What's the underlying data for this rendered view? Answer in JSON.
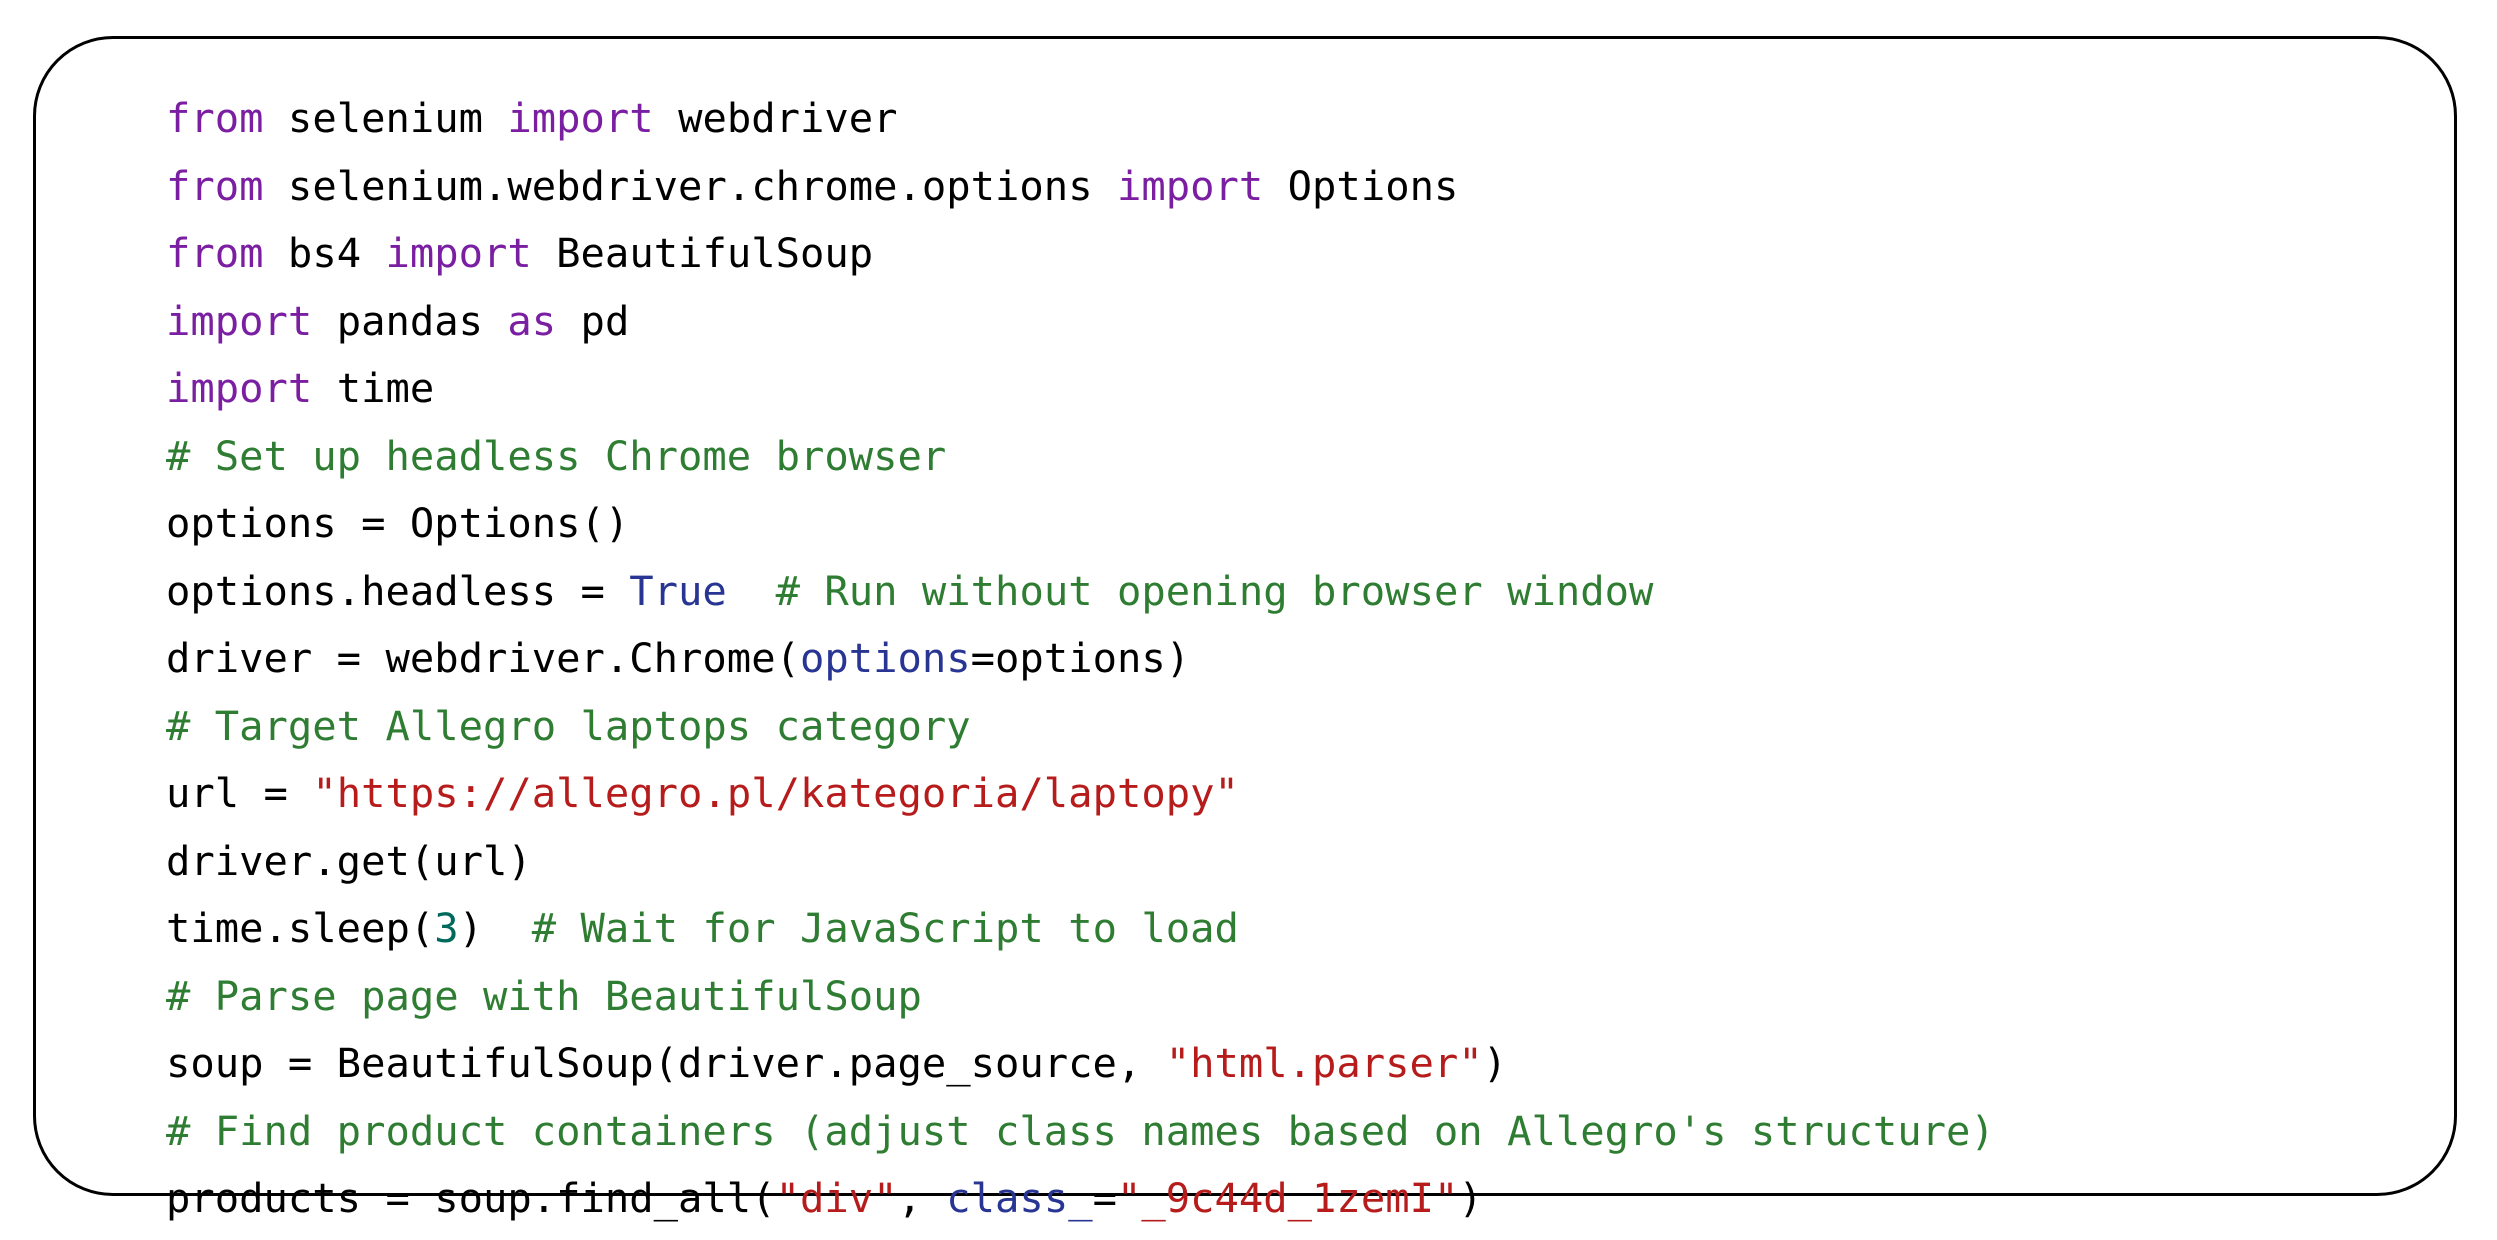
{
  "colors": {
    "keyword": "#7b1fa2",
    "comment": "#2e7d32",
    "string": "#b71c1c",
    "constant": "#283593",
    "parameter": "#283593",
    "number": "#00695c",
    "plain": "#000000",
    "border": "#000000",
    "background": "#ffffff"
  },
  "code_lines": [
    [
      {
        "t": "kw",
        "v": "from"
      },
      {
        "t": "plain",
        "v": " selenium "
      },
      {
        "t": "kw",
        "v": "import"
      },
      {
        "t": "plain",
        "v": " webdriver"
      }
    ],
    [
      {
        "t": "kw",
        "v": "from"
      },
      {
        "t": "plain",
        "v": " selenium.webdriver.chrome.options "
      },
      {
        "t": "kw",
        "v": "import"
      },
      {
        "t": "plain",
        "v": " Options"
      }
    ],
    [
      {
        "t": "kw",
        "v": "from"
      },
      {
        "t": "plain",
        "v": " bs4 "
      },
      {
        "t": "kw",
        "v": "import"
      },
      {
        "t": "plain",
        "v": " BeautifulSoup"
      }
    ],
    [
      {
        "t": "kw",
        "v": "import"
      },
      {
        "t": "plain",
        "v": " pandas "
      },
      {
        "t": "kw",
        "v": "as"
      },
      {
        "t": "plain",
        "v": " pd"
      }
    ],
    [
      {
        "t": "kw",
        "v": "import"
      },
      {
        "t": "plain",
        "v": " time"
      }
    ],
    [
      {
        "t": "com",
        "v": "# Set up headless Chrome browser"
      }
    ],
    [
      {
        "t": "plain",
        "v": "options = Options()"
      }
    ],
    [
      {
        "t": "plain",
        "v": "options.headless = "
      },
      {
        "t": "const",
        "v": "True"
      },
      {
        "t": "plain",
        "v": "  "
      },
      {
        "t": "com",
        "v": "# Run without opening browser window"
      }
    ],
    [
      {
        "t": "plain",
        "v": "driver = webdriver.Chrome("
      },
      {
        "t": "param",
        "v": "options"
      },
      {
        "t": "plain",
        "v": "=options)"
      }
    ],
    [
      {
        "t": "com",
        "v": "# Target Allegro laptops category"
      }
    ],
    [
      {
        "t": "plain",
        "v": "url = "
      },
      {
        "t": "str",
        "v": "\"https://allegro.pl/kategoria/laptopy\""
      }
    ],
    [
      {
        "t": "plain",
        "v": "driver.get(url)"
      }
    ],
    [
      {
        "t": "plain",
        "v": "time.sleep("
      },
      {
        "t": "num",
        "v": "3"
      },
      {
        "t": "plain",
        "v": ")  "
      },
      {
        "t": "com",
        "v": "# Wait for JavaScript to load"
      }
    ],
    [
      {
        "t": "com",
        "v": "# Parse page with BeautifulSoup"
      }
    ],
    [
      {
        "t": "plain",
        "v": "soup = BeautifulSoup(driver.page_source, "
      },
      {
        "t": "str",
        "v": "\"html.parser\""
      },
      {
        "t": "plain",
        "v": ")"
      }
    ],
    [
      {
        "t": "com",
        "v": "# Find product containers (adjust class names based on Allegro's structure)"
      }
    ],
    [
      {
        "t": "plain",
        "v": "products = soup.find_all("
      },
      {
        "t": "str",
        "v": "\"div\""
      },
      {
        "t": "plain",
        "v": ", "
      },
      {
        "t": "param",
        "v": "class_"
      },
      {
        "t": "plain",
        "v": "="
      },
      {
        "t": "str",
        "v": "\"_9c44d_1zemI\""
      },
      {
        "t": "plain",
        "v": ")"
      }
    ]
  ]
}
